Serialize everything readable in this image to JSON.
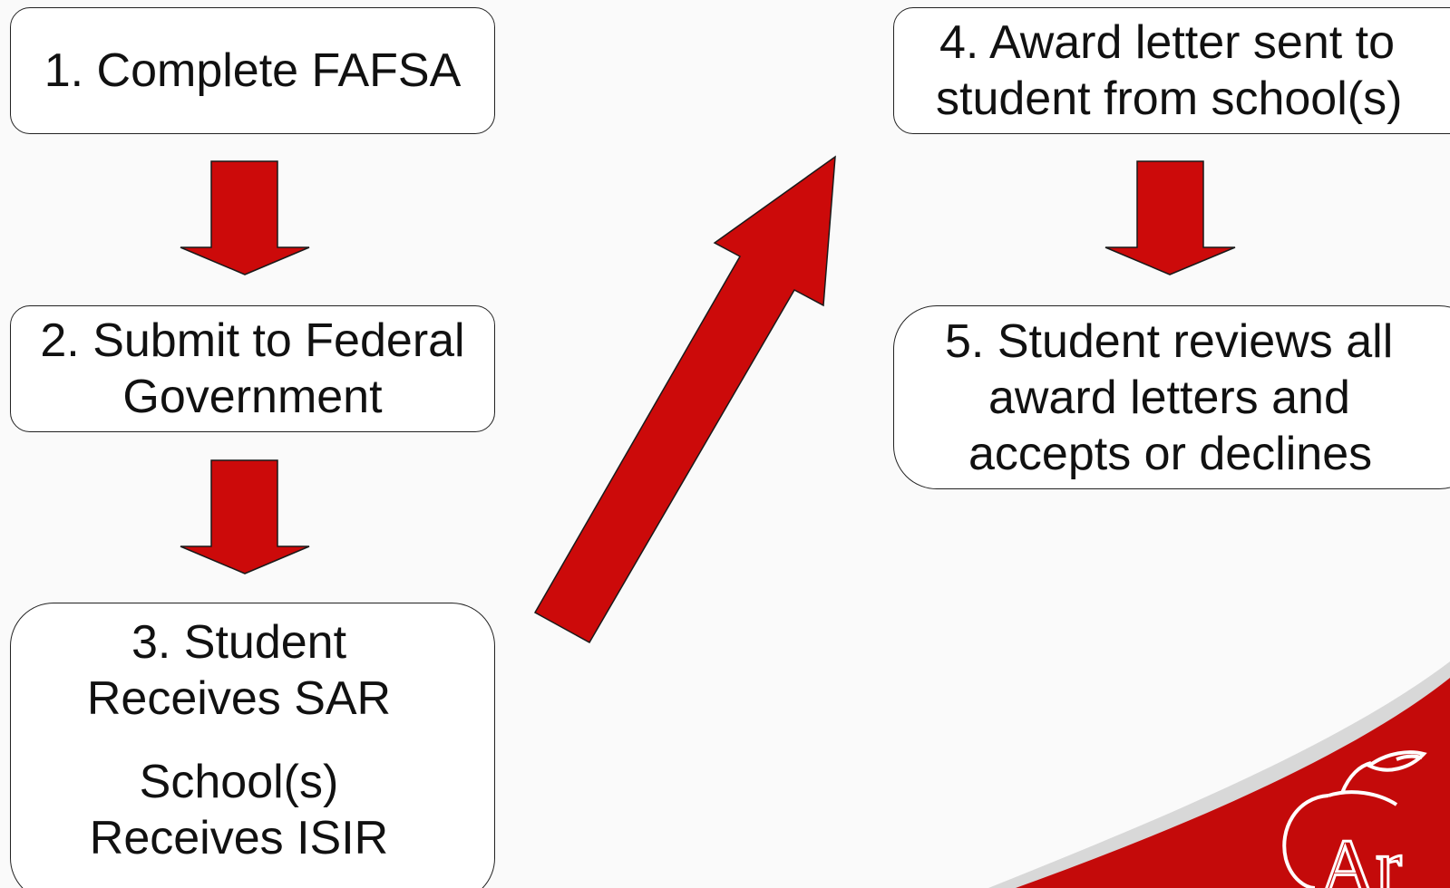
{
  "steps": [
    {
      "lines": [
        "1. Complete FAFSA"
      ]
    },
    {
      "lines": [
        "2. Submit to Federal",
        "Government"
      ]
    },
    {
      "lines": [
        "3. Student",
        "Receives SAR"
      ],
      "lines_b": [
        "School(s)",
        "Receives ISIR"
      ]
    },
    {
      "lines": [
        "4. Award letter sent to",
        "student from school(s)"
      ]
    },
    {
      "lines": [
        "5. Student reviews all",
        "award letters and",
        "accepts or declines"
      ]
    }
  ],
  "colors": {
    "arrow_fill": "#cc0a0a",
    "arrow_stroke": "#1a1a1a",
    "box_border": "#222222",
    "background": "#fafafa",
    "logo_red": "#c40a0a"
  },
  "logo": {
    "letters": "Ar"
  }
}
